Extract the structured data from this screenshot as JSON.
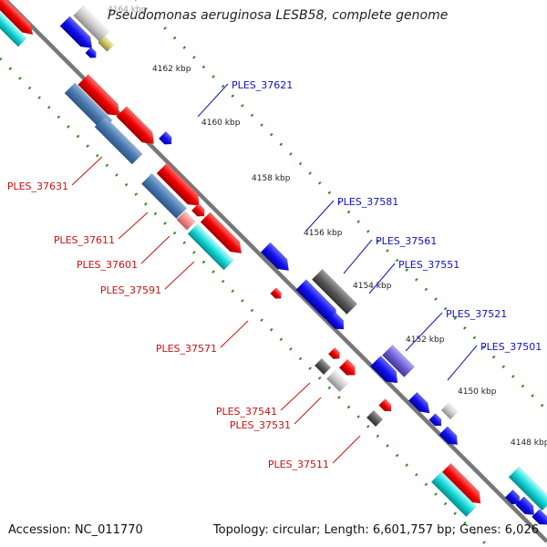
{
  "title": "Pseudomonas aeruginosa LESB58, complete genome",
  "footer": {
    "accession": "Accession: NC_011770",
    "summary": "Topology: circular; Length: 6,601,757 bp; Genes: 6,026"
  },
  "colors": {
    "backbone": "#777777",
    "ruler": "#2e8b1e",
    "forward_label": "#1010c8",
    "reverse_label": "#d01010"
  },
  "ruler_ticks": [
    "4164 kbp",
    "4162 kbp",
    "4160 kbp",
    "4158 kbp",
    "4156 kbp",
    "4154 kbp",
    "4152 kbp",
    "4150 kbp",
    "4148 kbp"
  ],
  "gene_labels": [
    {
      "text": "PLES_37621",
      "strand": "forward"
    },
    {
      "text": "PLES_37581",
      "strand": "forward"
    },
    {
      "text": "PLES_37561",
      "strand": "forward"
    },
    {
      "text": "PLES_37551",
      "strand": "forward"
    },
    {
      "text": "PLES_37521",
      "strand": "forward"
    },
    {
      "text": "PLES_37501",
      "strand": "forward"
    },
    {
      "text": "PLES_37631",
      "strand": "reverse"
    },
    {
      "text": "PLES_37611",
      "strand": "reverse"
    },
    {
      "text": "PLES_37601",
      "strand": "reverse"
    },
    {
      "text": "PLES_37591",
      "strand": "reverse"
    },
    {
      "text": "PLES_37571",
      "strand": "reverse"
    },
    {
      "text": "PLES_37541",
      "strand": "reverse"
    },
    {
      "text": "PLES_37531",
      "strand": "reverse"
    },
    {
      "text": "PLES_37511",
      "strand": "reverse"
    }
  ]
}
